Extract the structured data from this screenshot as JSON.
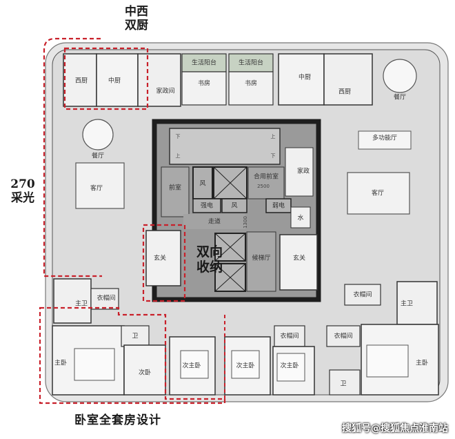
{
  "annotations": {
    "kitchen": "中西\n双厨",
    "light": "270\n采光",
    "storage": "双向\n收纳",
    "suite": "卧室全套房设计"
  },
  "rooms": {
    "west_kitchen": "西厨",
    "chinese_kitchen": "中厨",
    "housekeeping": "家政间",
    "balcony_1": "生活阳台",
    "balcony_2": "生活阳台",
    "study_1": "书房",
    "study_2": "书房",
    "chinese_kitchen_r": "中厨",
    "west_kitchen_r": "西厨",
    "dining_r": "餐厅",
    "dining_l": "餐厅",
    "multi_hall": "多功能厅",
    "living_l": "客厅",
    "living_r": "客厅",
    "front_room": "前室",
    "wind_1": "风",
    "wind_2": "风",
    "shared_front": "合用前室",
    "housekeeping_r": "家政",
    "strong_elec": "强电",
    "weak_elec": "弱电",
    "corridor": "走道",
    "water": "水",
    "foyer_l": "玄关",
    "foyer_r": "玄关",
    "lift_hall": "候梯厅",
    "master_bath_l": "主卫",
    "cloak_l": "衣帽间",
    "master_bed_l": "主卧",
    "bath_l": "卫",
    "second_bed_l": "次卧",
    "second_master_1": "次主卧",
    "second_master_2": "次主卧",
    "second_master_3": "次主卧",
    "cloak_m": "衣帽间",
    "cloak_r2": "衣帽间",
    "cloak_r": "衣帽间",
    "master_bath_r": "主卫",
    "master_bed_r": "主卧",
    "bath_r": "卫",
    "stair_down_1": "下",
    "stair_up_1": "上",
    "stair_down_2": "下",
    "stair_up_2": "上",
    "dim_1": "2500",
    "dim_2": "1300"
  },
  "watermark": "搜狐号@搜狐焦点淮南站",
  "colors": {
    "wall": "#1e1e1e",
    "floor": "#dcdcdc",
    "core": "#9a9a9a",
    "balcony": "#c7d2c3",
    "dash": "#c8202a"
  }
}
